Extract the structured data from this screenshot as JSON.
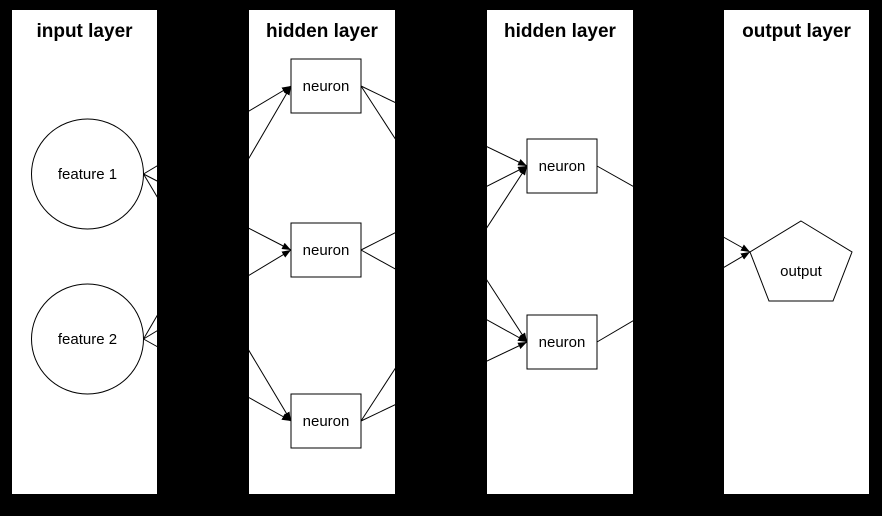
{
  "diagram": {
    "background": "#000000",
    "panel_color": "#ffffff",
    "line_color": "#000000",
    "layers": [
      {
        "title": "input layer",
        "nodes": [
          {
            "id": "f1",
            "label": "feature 1",
            "shape": "circle"
          },
          {
            "id": "f2",
            "label": "feature 2",
            "shape": "circle"
          }
        ]
      },
      {
        "title": "hidden layer",
        "nodes": [
          {
            "id": "h1n1",
            "label": "neuron",
            "shape": "rect"
          },
          {
            "id": "h1n2",
            "label": "neuron",
            "shape": "rect"
          },
          {
            "id": "h1n3",
            "label": "neuron",
            "shape": "rect"
          }
        ]
      },
      {
        "title": "hidden layer",
        "nodes": [
          {
            "id": "h2n1",
            "label": "neuron",
            "shape": "rect"
          },
          {
            "id": "h2n2",
            "label": "neuron",
            "shape": "rect"
          }
        ]
      },
      {
        "title": "output layer",
        "nodes": [
          {
            "id": "out",
            "label": "output",
            "shape": "pentagon"
          }
        ]
      }
    ],
    "edges": [
      {
        "from": "f1",
        "to": "h1n1"
      },
      {
        "from": "f1",
        "to": "h1n2"
      },
      {
        "from": "f1",
        "to": "h1n3"
      },
      {
        "from": "f2",
        "to": "h1n1"
      },
      {
        "from": "f2",
        "to": "h1n2"
      },
      {
        "from": "f2",
        "to": "h1n3"
      },
      {
        "from": "h1n1",
        "to": "h2n1"
      },
      {
        "from": "h1n1",
        "to": "h2n2"
      },
      {
        "from": "h1n2",
        "to": "h2n1"
      },
      {
        "from": "h1n2",
        "to": "h2n2"
      },
      {
        "from": "h1n3",
        "to": "h2n1"
      },
      {
        "from": "h1n3",
        "to": "h2n2"
      },
      {
        "from": "h2n1",
        "to": "out"
      },
      {
        "from": "h2n2",
        "to": "out"
      }
    ]
  }
}
